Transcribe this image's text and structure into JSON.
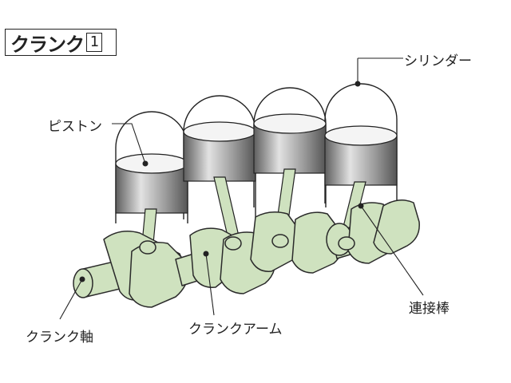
{
  "title": {
    "text": "クランク",
    "number": "1"
  },
  "labels": {
    "cylinder": "シリンダー",
    "piston": "ピストン",
    "conrod": "連接棒",
    "crank_arm": "クランクアーム",
    "crank_shaft": "クランク軸"
  },
  "colors": {
    "crank_fill": "#cfe2bf",
    "crank_stroke": "#2a2a2a",
    "piston_dark": "#6b6b6b",
    "piston_light": "#d9d9d9",
    "line": "#222222"
  }
}
